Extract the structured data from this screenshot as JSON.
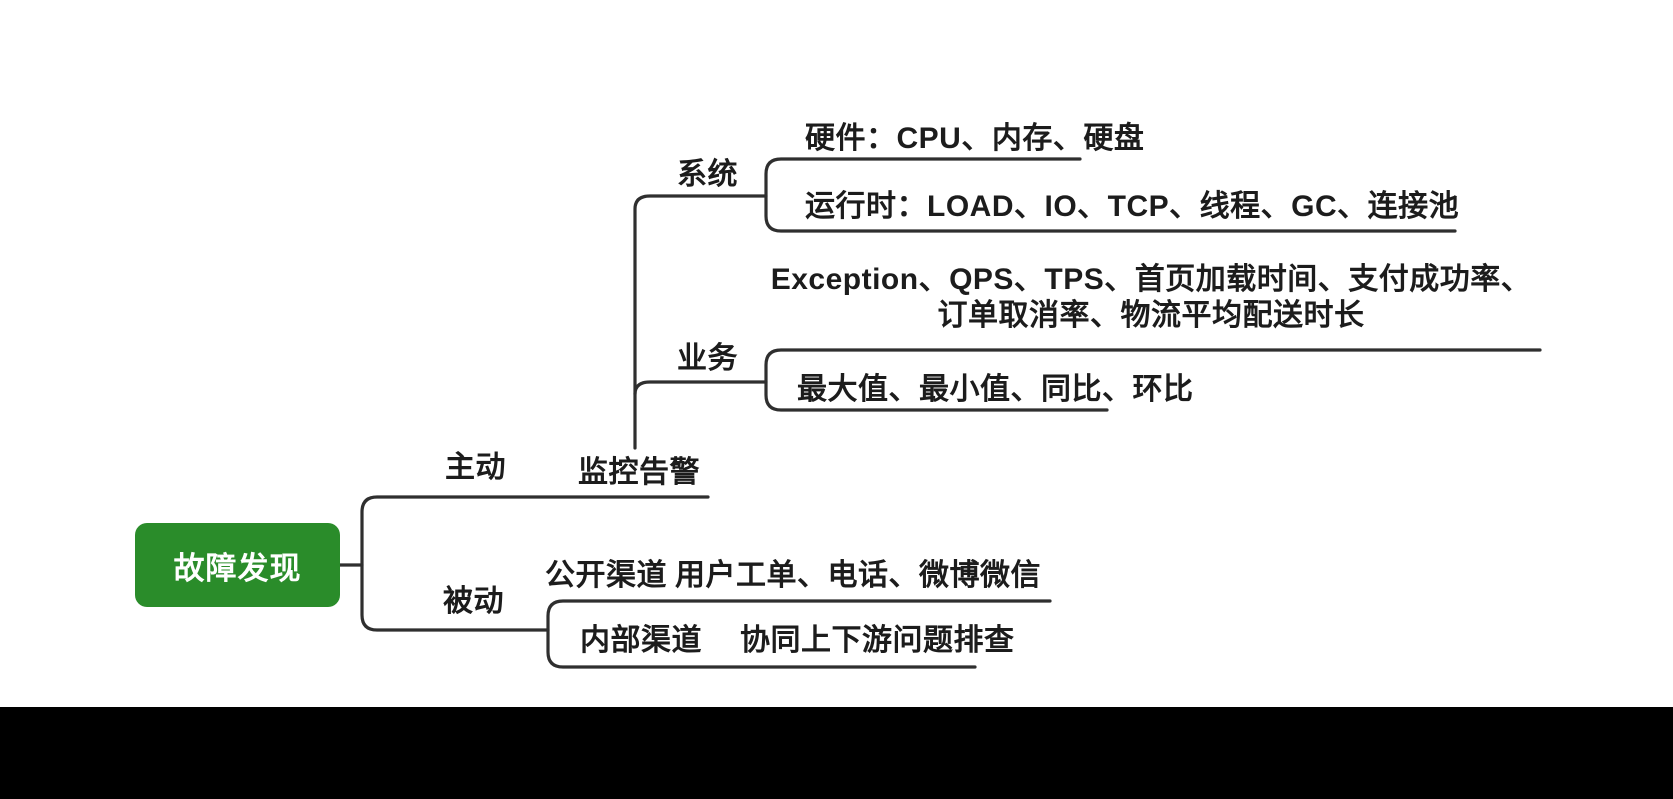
{
  "canvas": {
    "background": "#ffffff",
    "letterbox_color": "#000000",
    "connector_color": "#2f2f2f",
    "text_color": "#1c1c1c"
  },
  "tree": {
    "root": {
      "label": "故障发现",
      "fill": "#2a8c2a",
      "text_color": "#ffffff"
    },
    "branches": [
      {
        "label": "主动",
        "children": [
          {
            "label": "监控告警",
            "children": [
              {
                "label": "系统",
                "children": [
                  {
                    "label": "硬件：CPU、内存、硬盘"
                  },
                  {
                    "label": "运行时：LOAD、IO、TCP、线程、GC、连接池"
                  }
                ]
              },
              {
                "label": "业务",
                "children": [
                  {
                    "label": "Exception、QPS、TPS、首页加载时间、支付成功率、订单取消率、物流平均配送时长",
                    "lines": [
                      "Exception、QPS、TPS、首页加载时间、支付成功率、",
                      "订单取消率、物流平均配送时长"
                    ]
                  },
                  {
                    "label": "最大值、最小值、同比、环比"
                  }
                ]
              }
            ]
          }
        ]
      },
      {
        "label": "被动",
        "children": [
          {
            "label": "公开渠道",
            "children": [
              {
                "label": "用户工单、电话、微博微信"
              }
            ]
          },
          {
            "label": "内部渠道",
            "children": [
              {
                "label": "协同上下游问题排查"
              }
            ]
          }
        ]
      }
    ]
  }
}
